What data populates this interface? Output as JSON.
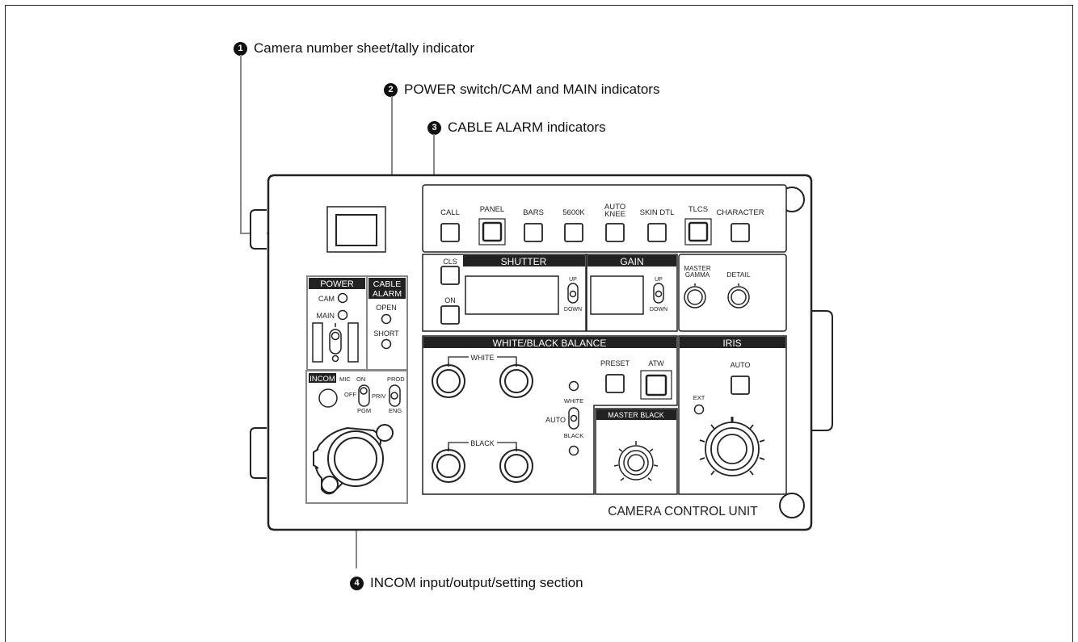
{
  "callouts": [
    {
      "num": "1",
      "label": "Camera number sheet/tally indicator"
    },
    {
      "num": "2",
      "label": "POWER switch/CAM and MAIN indicators"
    },
    {
      "num": "3",
      "label": "CABLE ALARM indicators"
    },
    {
      "num": "4",
      "label": "INCOM input/output/setting section"
    }
  ],
  "panel": {
    "top_buttons": [
      "CALL",
      "PANEL",
      "BARS",
      "5600K",
      "AUTO",
      "KNEE",
      "SKIN DTL",
      "TLCS",
      "CHARACTER"
    ],
    "power": {
      "title": "POWER",
      "cam": "CAM",
      "main": "MAIN"
    },
    "cable_alarm": {
      "title1": "CABLE",
      "title2": "ALARM",
      "open": "OPEN",
      "short": "SHORT"
    },
    "incom": {
      "title": "INCOM",
      "mic": "MIC",
      "on": "ON",
      "off": "OFF",
      "pgm": "PGM",
      "priv": "PRIV",
      "prod": "PROD",
      "eng": "ENG"
    },
    "cls": "CLS",
    "on": "ON",
    "shutter": "SHUTTER",
    "gain": "GAIN",
    "up": "UP",
    "down": "DOWN",
    "master_gamma1": "MASTER",
    "master_gamma2": "GAMMA",
    "detail": "DETAIL",
    "wb_balance": "WHITE/BLACK BALANCE",
    "white": "WHITE",
    "black": "BLACK",
    "preset": "PRESET",
    "atw": "ATW",
    "auto": "AUTO",
    "master_black": "MASTER BLACK",
    "iris": "IRIS",
    "ext": "EXT",
    "ccu_label": "CAMERA CONTROL UNIT"
  }
}
